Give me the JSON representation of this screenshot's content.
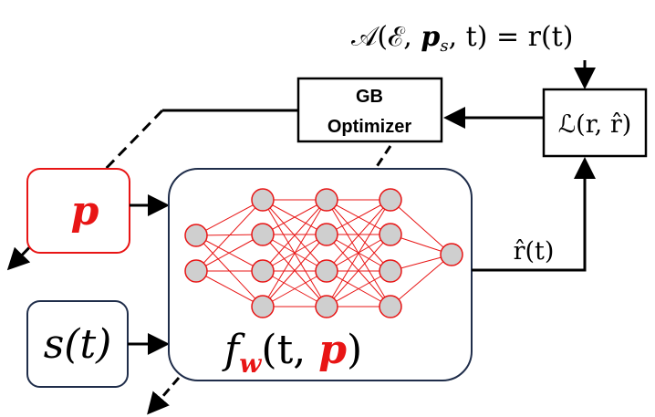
{
  "top_equation": {
    "lhs_A": "𝒜(ℰ, ",
    "ps_p": "p",
    "ps_sub": "s",
    "rhs": ", t) = r(t)"
  },
  "optimizer": {
    "line1": "GB",
    "line2": "Optimizer"
  },
  "loss": {
    "text": "ℒ(r, r̂)"
  },
  "param_box": {
    "symbol": "p"
  },
  "signal_box": {
    "text": "s(t)"
  },
  "network_label": {
    "f": "f",
    "w": "w",
    "args_open": "(t, ",
    "p": "p",
    "close": ")"
  },
  "output_label": {
    "text": "r̂(t)"
  },
  "colors": {
    "accent_red": "#e81515",
    "network_border": "#1f2d4a",
    "node_fill": "#cfcfcf",
    "node_stroke": "#e81515",
    "edge": "#e81515",
    "black": "#000000"
  },
  "network": {
    "layers": [
      2,
      4,
      4,
      4,
      1
    ]
  }
}
